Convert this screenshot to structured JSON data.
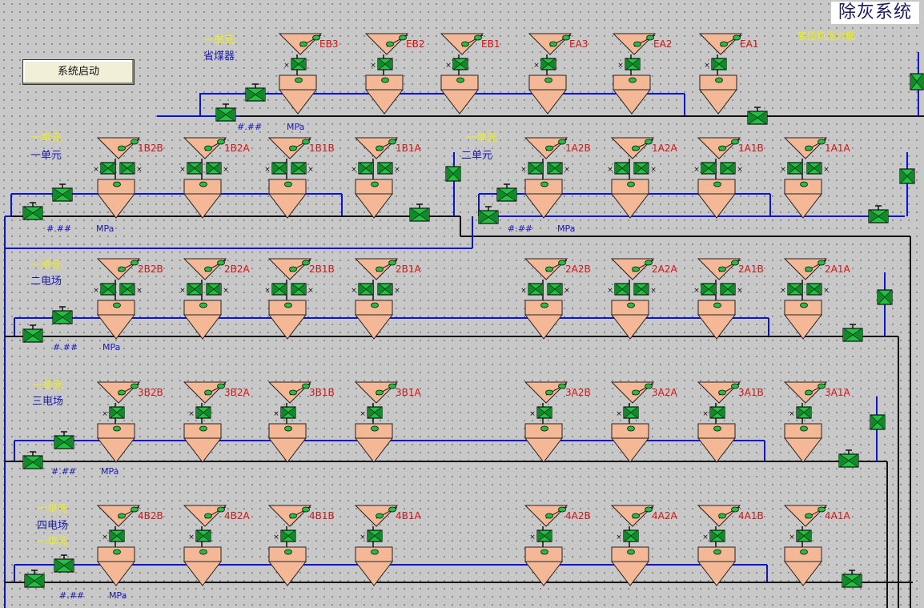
{
  "title": "除灰系统",
  "start_button": "系统启动",
  "alarm_text": "变压机压力低",
  "pressure_prefix": "#.##",
  "pressure_unit": "MPa",
  "colors": {
    "background": "#c8c8c8",
    "pipe_blue": "#0a14d8",
    "pipe_black": "#111111",
    "hopper": "#f4b896",
    "valve_green": "#20c040",
    "unit_label_yellow": "#f0f000",
    "area_label_blue": "#1818c0",
    "hopper_label_red": "#e01010"
  },
  "rows": [
    {
      "labels": [
        {
          "text": "一单元",
          "color": "yellow"
        },
        {
          "text": "省煤器",
          "color": "blue"
        }
      ],
      "groups": [
        {
          "hoppers": [
            "EB3",
            "EB2",
            "EB1",
            "EA3",
            "EA2",
            "EA1"
          ]
        }
      ]
    },
    {
      "labels": [
        {
          "text": "一单元",
          "color": "yellow"
        },
        {
          "text": "一单元",
          "color": "blue"
        }
      ],
      "labels_right": [
        {
          "text": "一单元",
          "color": "yellow"
        },
        {
          "text": "二单元",
          "color": "blue"
        }
      ],
      "groups": [
        {
          "hoppers": [
            "1B2B",
            "1B2A",
            "1B1B",
            "1B1A"
          ]
        },
        {
          "hoppers": [
            "1A2B",
            "1A2A",
            "1A1B",
            "1A1A"
          ]
        }
      ]
    },
    {
      "labels": [
        {
          "text": "一单元",
          "color": "yellow"
        },
        {
          "text": "二电场",
          "color": "blue"
        }
      ],
      "groups": [
        {
          "hoppers": [
            "2B2B",
            "2B2A",
            "2B1B",
            "2B1A"
          ]
        },
        {
          "hoppers": [
            "2A2B",
            "2A2A",
            "2A1B",
            "2A1A"
          ]
        }
      ]
    },
    {
      "labels": [
        {
          "text": "一单元",
          "color": "yellow"
        },
        {
          "text": "三电场",
          "color": "blue"
        }
      ],
      "groups": [
        {
          "hoppers": [
            "3B2B",
            "3B2A",
            "3B1B",
            "3B1A"
          ]
        },
        {
          "hoppers": [
            "3A2B",
            "3A2A",
            "3A1B",
            "3A1A"
          ]
        }
      ]
    },
    {
      "labels": [
        {
          "text": "一单元",
          "color": "yellow"
        },
        {
          "text": "四电场",
          "color": "blue"
        },
        {
          "text": "一单元",
          "color": "yellow"
        }
      ],
      "groups": [
        {
          "hoppers": [
            "4B2B",
            "4B2A",
            "4B1B",
            "4B1A"
          ]
        },
        {
          "hoppers": [
            "4A2B",
            "4A2A",
            "4A1B",
            "4A1A"
          ]
        }
      ]
    }
  ]
}
